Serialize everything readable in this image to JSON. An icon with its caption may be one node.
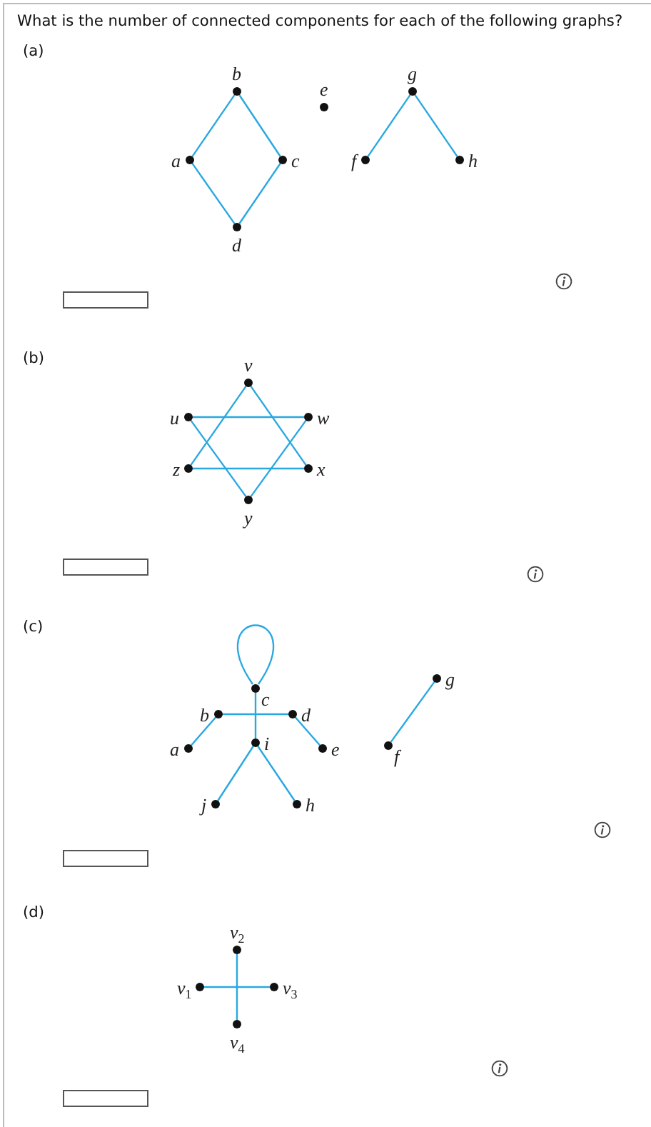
{
  "diagram": {
    "title": "What is the number of connected components for each of the following graphs?",
    "nodes": [
      {
        "text": [
          "a"
        ]
      },
      {
        "text": [
          "b"
        ]
      },
      {
        "text": [
          "c"
        ]
      },
      {
        "text": [
          "d"
        ]
      },
      {
        "text": [
          "e"
        ]
      },
      {
        "text": [
          "f"
        ]
      },
      {
        "text": [
          "g"
        ]
      },
      {
        "text": [
          "h"
        ]
      },
      {
        "text": [
          "u"
        ]
      },
      {
        "text": [
          "v"
        ]
      },
      {
        "text": [
          "w"
        ]
      },
      {
        "text": [
          "x"
        ]
      },
      {
        "text": [
          "y"
        ]
      },
      {
        "text": [
          "z"
        ]
      },
      {
        "text": [
          "a"
        ]
      },
      {
        "text": [
          "b"
        ]
      },
      {
        "text": [
          "c"
        ]
      },
      {
        "text": [
          "d"
        ]
      },
      {
        "text": [
          "e"
        ]
      },
      {
        "text": [
          "f"
        ]
      },
      {
        "text": [
          "g"
        ]
      },
      {
        "text": [
          "h"
        ]
      },
      {
        "text": [
          "i"
        ]
      },
      {
        "text": [
          "j"
        ]
      },
      {
        "text": [
          "v$_{1}$"
        ]
      },
      {
        "text": [
          "v$_{2}$"
        ]
      },
      {
        "text": [
          "v$_{3}$"
        ]
      },
      {
        "text": [
          "v$_{4}$"
        ]
      }
    ],
    "edges": [
      {
        "from": 0,
        "to": 1,
        "arrow": "none"
      },
      {
        "from": 1,
        "to": 2,
        "arrow": "none"
      },
      {
        "from": 0,
        "to": 3,
        "arrow": "none"
      },
      {
        "from": 2,
        "to": 3,
        "arrow": "none"
      },
      {
        "from": 5,
        "to": 6,
        "arrow": "none"
      },
      {
        "from": 6,
        "to": 7,
        "arrow": "none"
      },
      {
        "from": 9,
        "to": 13,
        "arrow": "none"
      },
      {
        "from": 9,
        "to": 11,
        "arrow": "none"
      },
      {
        "from": 8,
        "to": 10,
        "arrow": "none"
      },
      {
        "from": 13,
        "to": 11,
        "arrow": "none"
      },
      {
        "from": 8,
        "to": 12,
        "arrow": "none"
      },
      {
        "from": 10,
        "to": 12,
        "arrow": "none"
      },
      {
        "from": 16,
        "to": 16,
        "arrow": "none"
      },
      {
        "from": 15,
        "to": 17,
        "arrow": "none"
      },
      {
        "from": 16,
        "to": 22,
        "arrow": "none"
      },
      {
        "from": 14,
        "to": 15,
        "arrow": "none"
      },
      {
        "from": 17,
        "to": 18,
        "arrow": "none"
      },
      {
        "from": 22,
        "to": 23,
        "arrow": "none"
      },
      {
        "from": 22,
        "to": 21,
        "arrow": "none"
      },
      {
        "from": 19,
        "to": 20,
        "arrow": "none"
      },
      {
        "from": 24,
        "to": 26,
        "arrow": "none"
      },
      {
        "from": 25,
        "to": 27,
        "arrow": "none"
      }
    ],
    "labels": [
      "(a)",
      "(b)",
      "(c)",
      "(d)"
    ]
  }
}
